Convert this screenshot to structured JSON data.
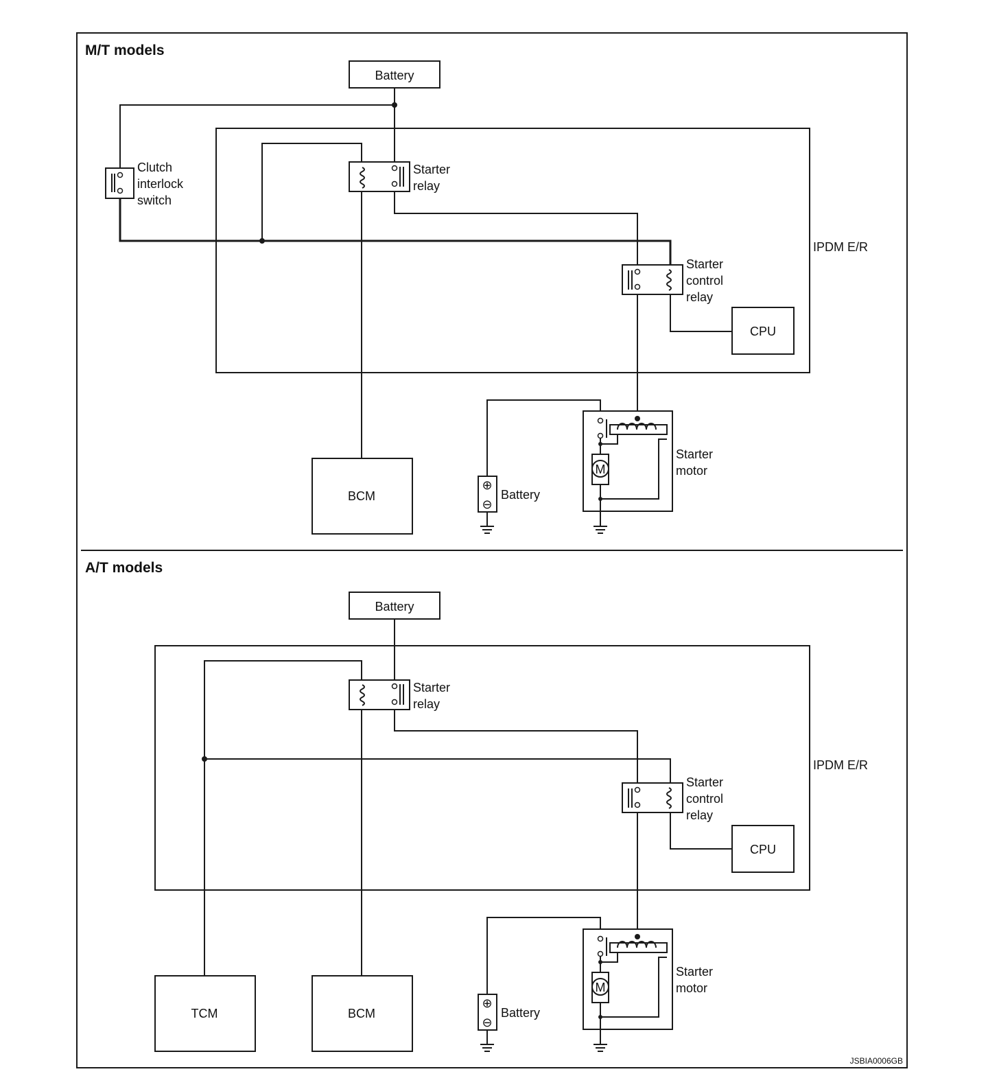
{
  "sections": [
    {
      "title": "M/T models",
      "battery_top": "Battery",
      "clutch_label": [
        "Clutch",
        "interlock",
        "switch"
      ],
      "starter_relay_label": [
        "Starter",
        "relay"
      ],
      "ipdm_label": "IPDM E/R",
      "starter_control_relay_label": [
        "Starter",
        "control",
        "relay"
      ],
      "cpu": "CPU",
      "bcm": "BCM",
      "battery_bottom": "Battery",
      "starter_motor_label": [
        "Starter",
        "motor"
      ],
      "motor_symbol": "M"
    },
    {
      "title": "A/T models",
      "battery_top": "Battery",
      "starter_relay_label": [
        "Starter",
        "relay"
      ],
      "ipdm_label": "IPDM E/R",
      "starter_control_relay_label": [
        "Starter",
        "control",
        "relay"
      ],
      "cpu": "CPU",
      "tcm": "TCM",
      "bcm": "BCM",
      "battery_bottom": "Battery",
      "starter_motor_label": [
        "Starter",
        "motor"
      ],
      "motor_symbol": "M"
    }
  ],
  "figure_code": "JSBIA0006GB",
  "symbols": {
    "plus": "⊕",
    "minus": "⊖"
  }
}
